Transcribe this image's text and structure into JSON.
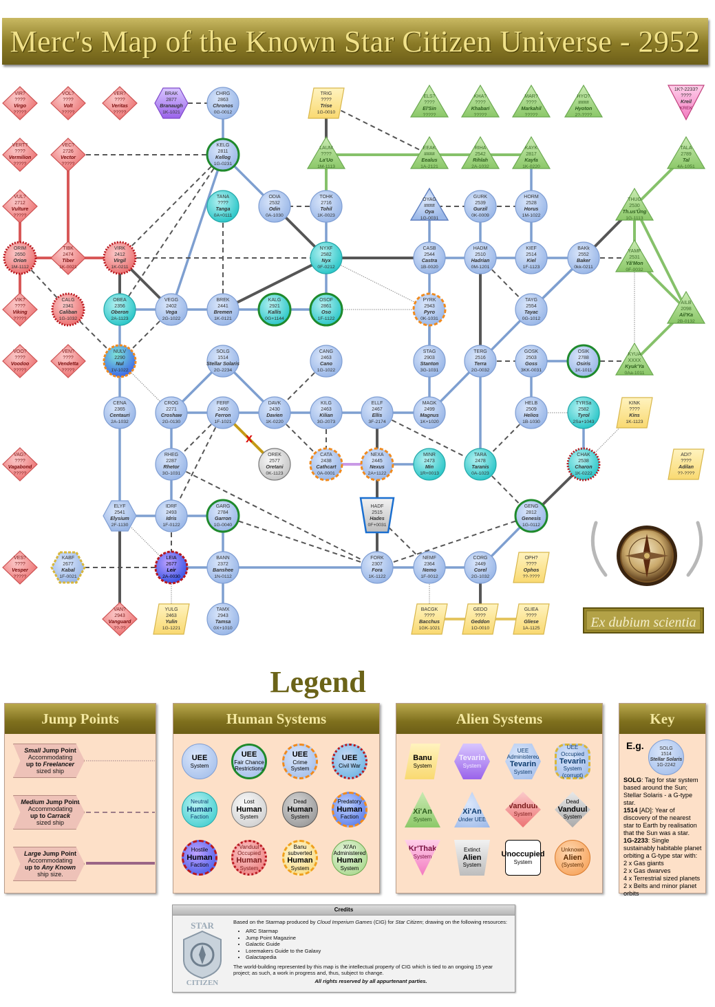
{
  "title": "Merc's Map of the Known Star Citizen Universe - 2952",
  "motto": "Ex dubium scientia",
  "colors": {
    "ueeFill": "#a9c3ec",
    "ueeStroke": "#7f9ed3",
    "vanduul": "#ee8080",
    "xian": "#9fd27f",
    "banu": "#fde48c",
    "tevarin": "#a980ea",
    "neutral": "#5ed6d6",
    "link": "#7e9fd0",
    "large": "#565656"
  },
  "systems": [
    {
      "id": "VIR?",
      "name": "????",
      "sub": "Virgo",
      "code": "?????",
      "type": "vanduul"
    },
    {
      "id": "VOL?",
      "name": "????",
      "sub": "Volt",
      "code": "?????",
      "type": "vanduul"
    },
    {
      "id": "VER?",
      "name": "????",
      "sub": "Veritas",
      "code": "?????",
      "type": "vanduul"
    },
    {
      "id": "BRAK",
      "name": "2877",
      "sub": "Branaugh",
      "code": "1K-1021",
      "type": "tevarin"
    },
    {
      "id": "CHRG",
      "name": "2863",
      "sub": "Chronos",
      "code": "0G-0012",
      "type": "uee"
    },
    {
      "id": "TRIG",
      "name": "????",
      "sub": "Trise",
      "code": "1G-0010",
      "type": "banu"
    },
    {
      "id": "ELS?",
      "name": "????",
      "sub": "El'Sin",
      "code": "?????",
      "type": "xian"
    },
    {
      "id": "KHA?",
      "name": "????",
      "sub": "Khabari",
      "code": "?????",
      "type": "xian"
    },
    {
      "id": "MAR?",
      "name": "????",
      "sub": "Markahil",
      "code": "?????",
      "type": "xian"
    },
    {
      "id": "HYO?",
      "name": "####",
      "sub": "Hyoton",
      "code": "2?-????",
      "type": "xian"
    },
    {
      "id": "1K?-2233?",
      "name": "????",
      "sub": "Kreil",
      "code": "KREK",
      "type": "krthak"
    },
    {
      "id": "VERT?",
      "name": "????",
      "sub": "Vermilion",
      "code": "?????",
      "type": "vanduul"
    },
    {
      "id": "VEC?",
      "name": "2726",
      "sub": "Vector",
      "code": "?????",
      "type": "vanduul"
    },
    {
      "id": "KELG",
      "name": "2811",
      "sub": "Kellog",
      "code": "1G-0231",
      "type": "fairchance"
    },
    {
      "id": "LAUM",
      "name": "????",
      "sub": "La'Uo",
      "code": "1M-1113",
      "type": "xian"
    },
    {
      "id": "EEAK",
      "name": "####",
      "sub": "Eealus",
      "code": "1A-2121",
      "type": "xian"
    },
    {
      "id": "RIHA",
      "name": "2542",
      "sub": "Rihlah",
      "code": "2A-1032",
      "type": "xian"
    },
    {
      "id": "KAYK",
      "name": "2817",
      "sub": "Kayfa",
      "code": "1K-0220",
      "type": "xian"
    },
    {
      "id": "TALA",
      "name": "2789",
      "sub": "Tal",
      "code": "4A-1051",
      "type": "xian"
    },
    {
      "id": "VUL?",
      "name": "2712",
      "sub": "Vulture",
      "code": "?????",
      "type": "vanduul"
    },
    {
      "id": "TANA",
      "name": "????",
      "sub": "Tanga",
      "code": "0A+0111",
      "type": "neutral"
    },
    {
      "id": "ODIA",
      "name": "2532",
      "sub": "Odin",
      "code": "0A-1030",
      "type": "uee"
    },
    {
      "id": "TOHK",
      "name": "2716",
      "sub": "Tohil",
      "code": "1K-0023",
      "type": "uee"
    },
    {
      "id": "OYAG",
      "name": "####",
      "sub": "Oya",
      "code": "1G-0031",
      "type": "xianuee"
    },
    {
      "id": "GURK",
      "name": "2539",
      "sub": "Gurzil",
      "code": "0K-0009",
      "type": "uee"
    },
    {
      "id": "HORM",
      "name": "2528",
      "sub": "Horus",
      "code": "1M-1022",
      "type": "uee"
    },
    {
      "id": "THUG",
      "name": "2530",
      "sub": "Th.us'Ûng",
      "code": "1G-1113",
      "type": "xian"
    },
    {
      "id": "ORIM",
      "name": "2650",
      "sub": "Orion",
      "code": "1M-1112",
      "type": "vanduulOcc"
    },
    {
      "id": "TIBK",
      "name": "2474",
      "sub": "Tiber",
      "code": "1K-0021",
      "type": "vanduul"
    },
    {
      "id": "VIRK",
      "name": "2412",
      "sub": "Virgil",
      "code": "1K-0211",
      "type": "vanduulOcc"
    },
    {
      "id": "NYXF",
      "name": "2582",
      "sub": "Nyx",
      "code": "0F-0212",
      "type": "neutral"
    },
    {
      "id": "CASB",
      "name": "2544",
      "sub": "Castra",
      "code": "1B-0020",
      "type": "uee"
    },
    {
      "id": "HADM",
      "name": "2510",
      "sub": "Hadrian",
      "code": "0M-1201",
      "type": "uee"
    },
    {
      "id": "KIEF",
      "name": "2514",
      "sub": "Kiel",
      "code": "1F-1123",
      "type": "uee"
    },
    {
      "id": "BAKk",
      "name": "2552",
      "sub": "Baker",
      "code": "0kk-0211",
      "type": "uee"
    },
    {
      "id": "YAMF",
      "name": "2531",
      "sub": "Yã'Mon",
      "code": "0F-0032",
      "type": "xian"
    },
    {
      "id": "VIK?",
      "name": "????",
      "sub": "Viking",
      "code": "?????",
      "type": "vanduul"
    },
    {
      "id": "CALG",
      "name": "2341",
      "sub": "Caliban",
      "code": "1G-1032",
      "type": "vanduulOcc"
    },
    {
      "id": "OBEA",
      "name": "2356",
      "sub": "Oberon",
      "code": "2A-1123",
      "type": "neutral"
    },
    {
      "id": "VEGG",
      "name": "2402",
      "sub": "Vega",
      "code": "2G-1022",
      "type": "uee"
    },
    {
      "id": "BREK",
      "name": "2441",
      "sub": "Bremen",
      "code": "1K-0121",
      "type": "uee"
    },
    {
      "id": "KALG",
      "name": "2921",
      "sub": "Kallis",
      "code": "0G+1144",
      "type": "neutralfc"
    },
    {
      "id": "OSOF",
      "name": "2861",
      "sub": "Oso",
      "code": "1F-1122",
      "type": "neutralfc"
    },
    {
      "id": "PYRK",
      "name": "2943",
      "sub": "Pyro",
      "code": "0K-1031",
      "type": "crime"
    },
    {
      "id": "TAYG",
      "name": "2554",
      "sub": "Tayac",
      "code": "0G-1012",
      "type": "uee"
    },
    {
      "id": "AILB",
      "name": "2098",
      "sub": "Ail'Ka",
      "code": "2B-0132",
      "type": "xian"
    },
    {
      "id": "VOO?",
      "name": "????",
      "sub": "Voodoo",
      "code": "?????",
      "type": "vanduul"
    },
    {
      "id": "VEN?",
      "name": "????",
      "sub": "Vendetta",
      "code": "?????",
      "type": "vanduul"
    },
    {
      "id": "NULV",
      "name": "2290",
      "sub": "Nul",
      "code": "1V-1022",
      "type": "nul"
    },
    {
      "id": "SOLG",
      "name": "1514",
      "sub": "Stellar Solaris",
      "code": "2G-2234",
      "type": "uee"
    },
    {
      "id": "CANG",
      "name": "2463",
      "sub": "Cano",
      "code": "1G-1022",
      "type": "uee"
    },
    {
      "id": "STAG",
      "name": "2903",
      "sub": "Stanton",
      "code": "3G-1031",
      "type": "uee"
    },
    {
      "id": "TERG",
      "name": "2516",
      "sub": "Terra",
      "code": "2G-0032",
      "type": "uee"
    },
    {
      "id": "GOSK",
      "name": "2503",
      "sub": "Goss",
      "code": "3KK-0031",
      "type": "uee"
    },
    {
      "id": "OSIK",
      "name": "2788",
      "sub": "Osiris",
      "code": "1K-1011",
      "type": "fairchance"
    },
    {
      "id": "KYUA",
      "name": "XXXX",
      "sub": "Kyuk'Ya",
      "code": "0Aa-1011",
      "type": "xian"
    },
    {
      "id": "KINK",
      "name": "????",
      "sub": "Kins",
      "code": "1K-1123",
      "type": "banu"
    },
    {
      "id": "CENA",
      "name": "2365",
      "sub": "Centauri",
      "code": "2A-1032",
      "type": "uee"
    },
    {
      "id": "CROG",
      "name": "2271",
      "sub": "Croshaw",
      "code": "2G-0130",
      "type": "uee"
    },
    {
      "id": "FERF",
      "name": "2460",
      "sub": "Ferron",
      "code": "1F-1021",
      "type": "uee"
    },
    {
      "id": "DAVK",
      "name": "2430",
      "sub": "Davien",
      "code": "1K-0220",
      "type": "uee"
    },
    {
      "id": "KILG",
      "name": "2463",
      "sub": "Kilian",
      "code": "3G-2073",
      "type": "uee"
    },
    {
      "id": "ELLF",
      "name": "2467",
      "sub": "Ellis",
      "code": "3F-2174",
      "type": "uee"
    },
    {
      "id": "MAGK",
      "name": "2499",
      "sub": "Magnus",
      "code": "1K+1020",
      "type": "uee"
    },
    {
      "id": "HELB",
      "name": "2509",
      "sub": "Helios",
      "code": "1B-1030",
      "type": "uee"
    },
    {
      "id": "TYRSa",
      "name": "2582",
      "sub": "Tyrol",
      "code": "2Sa+1043",
      "type": "neutral"
    },
    {
      "id": "VAG?",
      "name": "????",
      "sub": "Vagabond",
      "code": "?????",
      "type": "vanduul"
    },
    {
      "id": "RHEG",
      "name": "2287",
      "sub": "Rhetor",
      "code": "3G-1031",
      "type": "uee"
    },
    {
      "id": "OREK",
      "name": "2577",
      "sub": "Oretani",
      "code": "0K-1123",
      "type": "lost"
    },
    {
      "id": "CATA",
      "name": "2438",
      "sub": "Cathcart",
      "code": "0A-0001",
      "type": "crime"
    },
    {
      "id": "NEXA",
      "name": "2445",
      "sub": "Nexus",
      "code": "2A+1122",
      "type": "crime"
    },
    {
      "id": "MINR",
      "name": "2473",
      "sub": "Min",
      "code": "1R+0013",
      "type": "neutral"
    },
    {
      "id": "TARA",
      "name": "2478",
      "sub": "Taranis",
      "code": "0A-1023",
      "type": "neutral"
    },
    {
      "id": "CHAK",
      "name": "2538",
      "sub": "Charon",
      "code": "1K-0222",
      "type": "vanduulOccN"
    },
    {
      "id": "ADI?",
      "name": "????",
      "sub": "Adilan",
      "code": "??-????",
      "type": "banu"
    },
    {
      "id": "ELYF",
      "name": "2541",
      "sub": "Elysium",
      "code": "2F-1130",
      "type": "tevuee"
    },
    {
      "id": "IDRF",
      "name": "2493",
      "sub": "Idris",
      "code": "1F-0122",
      "type": "uee"
    },
    {
      "id": "GARG",
      "name": "2784",
      "sub": "Garron",
      "code": "1G-0040",
      "type": "fairchance"
    },
    {
      "id": "HADF",
      "name": "2515",
      "sub": "Hades",
      "code": "0F+0031",
      "type": "extinct"
    },
    {
      "id": "GENG",
      "name": "2812",
      "sub": "Genesis",
      "code": "1G-0112",
      "type": "fairchance"
    },
    {
      "id": "VES?",
      "name": "????",
      "sub": "Vesper",
      "code": "?????",
      "type": "vanduul"
    },
    {
      "id": "KABF",
      "name": "2677",
      "sub": "Kabal",
      "code": "1F-0021",
      "type": "tevcorrupt"
    },
    {
      "id": "LEIA",
      "name": "2677",
      "sub": "Leir",
      "code": "2A-0030",
      "type": "hostile"
    },
    {
      "id": "BANN",
      "name": "2372",
      "sub": "Banshee",
      "code": "1N-0112",
      "type": "uee"
    },
    {
      "id": "FORK",
      "name": "2307",
      "sub": "Fora",
      "code": "1K-1122",
      "type": "uee"
    },
    {
      "id": "NEMF",
      "name": "2364",
      "sub": "Nemo",
      "code": "1F-0012",
      "type": "uee"
    },
    {
      "id": "CORG",
      "name": "2449",
      "sub": "Corel",
      "code": "2G-1032",
      "type": "uee"
    },
    {
      "id": "OPH?",
      "name": "????",
      "sub": "Ophos",
      "code": "??-????",
      "type": "banu"
    },
    {
      "id": "VAN?",
      "name": "2943",
      "sub": "Vanguard",
      "code": "??-??",
      "type": "vanduul"
    },
    {
      "id": "YULG",
      "name": "2463",
      "sub": "Yulin",
      "code": "1G-1221",
      "type": "banu"
    },
    {
      "id": "TAMX",
      "name": "2943",
      "sub": "Tamsa",
      "code": "0X+1010",
      "type": "uee"
    },
    {
      "id": "BACGK",
      "name": "????",
      "sub": "Bacchus",
      "code": "1GK-1021",
      "type": "banu"
    },
    {
      "id": "GEDO",
      "name": "????",
      "sub": "Geddon",
      "code": "1O-0010",
      "type": "banu"
    },
    {
      "id": "GLIEA",
      "name": "????",
      "sub": "Gliese",
      "code": "1A-1125",
      "type": "banu"
    }
  ],
  "legend": {
    "title": "Legend",
    "jump": {
      "head": "Jump Points",
      "small": {
        "size": "Small",
        "label": "Jump Point",
        "l2": "Accommodating",
        "l3pre": "up to",
        "ship": "Freelancer",
        "l4": "sized ship"
      },
      "medium": {
        "size": "Medium",
        "label": "Jump Point",
        "l2": "Accommodating",
        "l3pre": "up to",
        "ship": "Carrack",
        "l4": "sized ship"
      },
      "large": {
        "size": "Large",
        "label": "Jump Point",
        "l2": "Accommodating",
        "l3pre": "up to",
        "ship": "Any Known",
        "l4": "ship size."
      }
    },
    "human": {
      "head": "Human Systems",
      "items": [
        {
          "top": "",
          "big": "UEE",
          "bot": "System"
        },
        {
          "top": "",
          "big": "UEE",
          "bot": "Fair Chance Restrictions"
        },
        {
          "top": "",
          "big": "UEE",
          "bot": "Crime System"
        },
        {
          "top": "",
          "big": "UEE",
          "bot": "Civil War"
        },
        {
          "top": "Neutral",
          "big": "Human",
          "bot": "Faction"
        },
        {
          "top": "Lost",
          "big": "Human",
          "bot": "System"
        },
        {
          "top": "Dead",
          "big": "Human",
          "bot": "System"
        },
        {
          "top": "Predatory",
          "big": "Human",
          "bot": "Faction"
        },
        {
          "top": "Hostile",
          "big": "Human",
          "bot": "Faction"
        },
        {
          "top": "Vanduul Occupied",
          "big": "Human",
          "bot": "System"
        },
        {
          "top": "Banu subverted",
          "big": "Human",
          "bot": "System"
        },
        {
          "top": "Xi'An Administered",
          "big": "Human",
          "bot": "System"
        }
      ]
    },
    "alien": {
      "head": "Alien Systems",
      "items": [
        {
          "top": "",
          "big": "Banu",
          "bot": "System"
        },
        {
          "top": "",
          "big": "Tevarin",
          "bot": "System"
        },
        {
          "top": "UEE Administered",
          "big": "Tevarin",
          "bot": "System"
        },
        {
          "top": "UEE Occupied",
          "big": "Tevarin",
          "bot": "System (corrupt)"
        },
        {
          "top": "",
          "big": "Xi'An",
          "bot": "System"
        },
        {
          "top": "",
          "big": "Xi'An",
          "bot": "Under UEE"
        },
        {
          "top": "",
          "big": "Vanduul",
          "bot": "System"
        },
        {
          "top": "Dead",
          "big": "Vanduul",
          "bot": "System"
        },
        {
          "top": "",
          "big": "Kr'Thak",
          "bot": "System"
        },
        {
          "top": "Extinct",
          "big": "Alien",
          "bot": "System"
        },
        {
          "top": "",
          "big": "Unoccupied",
          "bot": "System"
        },
        {
          "top": "Unknown",
          "big": "Alien",
          "bot": "(System)"
        }
      ]
    },
    "key": {
      "head": "Key",
      "eg": "E.g.",
      "sample": {
        "id": "SOLG",
        "name": "1514",
        "sub": "Stellar Solaris",
        "code": "1G-2242"
      },
      "t1b": "SOLG",
      "t1": ": Tag for star system based around the Sun; Stellar Solaris - a G-type star.",
      "t2b": "1514",
      "t2": " [AD]: Year of discovery of the nearest star to Earth by realisation that the Sun was a star.",
      "t3b": "1G-2233",
      "t3": ": Single sustainably habitable planet orbiting a G-type star with:",
      "lines": [
        "2 x Gas giants",
        "2 x Gas dwarves",
        "4 x Terrestrial sized planets",
        "2 x Belts and minor planet orbits"
      ]
    }
  },
  "credits": {
    "head": "Credits",
    "intro_pre": "Based on the Starmap produced by ",
    "intro_cig": "Cloud Imperium Games",
    "intro_mid": " (CIG) for ",
    "intro_sc": "Star Citizen",
    "intro_post": "; drawing on the following resources:",
    "items": [
      "ARC Starmap",
      "Jump Point Magazine",
      "Galactic Guide",
      "Loremakers Guide to the Galaxy",
      "Galactapedia"
    ],
    "note": "The world-building represented by this map is the intellectual property of CIG which is tied to an ongoing 15 year project; as such, a work in progress and, thus, subject to change.",
    "rights": "All rights reserved by all appurtenant parties.",
    "logo_top": "STAR",
    "logo_bot": "CITIZEN"
  }
}
